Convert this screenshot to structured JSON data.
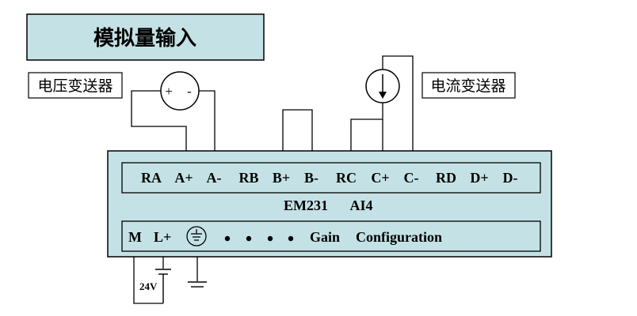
{
  "title": "模拟量输入",
  "voltage_transmitter": {
    "label": "电压变送器",
    "plus": "+",
    "minus": "-"
  },
  "current_transmitter": {
    "label": "电流变送器"
  },
  "module": {
    "name": "EM231",
    "type": "AI4",
    "top_terminals": [
      "RA",
      "A+",
      "A-",
      "RB",
      "B+",
      "B-",
      "RC",
      "C+",
      "C-",
      "RD",
      "D+",
      "D-"
    ],
    "bottom_terminals": {
      "m": "M",
      "lplus": "L+",
      "gain": "Gain",
      "configuration": "Configuration"
    }
  },
  "supply": {
    "label": "24V"
  },
  "colors": {
    "panel": "#c4e2e5",
    "stroke": "#000000"
  },
  "icons": {
    "ground": "ground-icon",
    "dots": "dot-icon"
  }
}
